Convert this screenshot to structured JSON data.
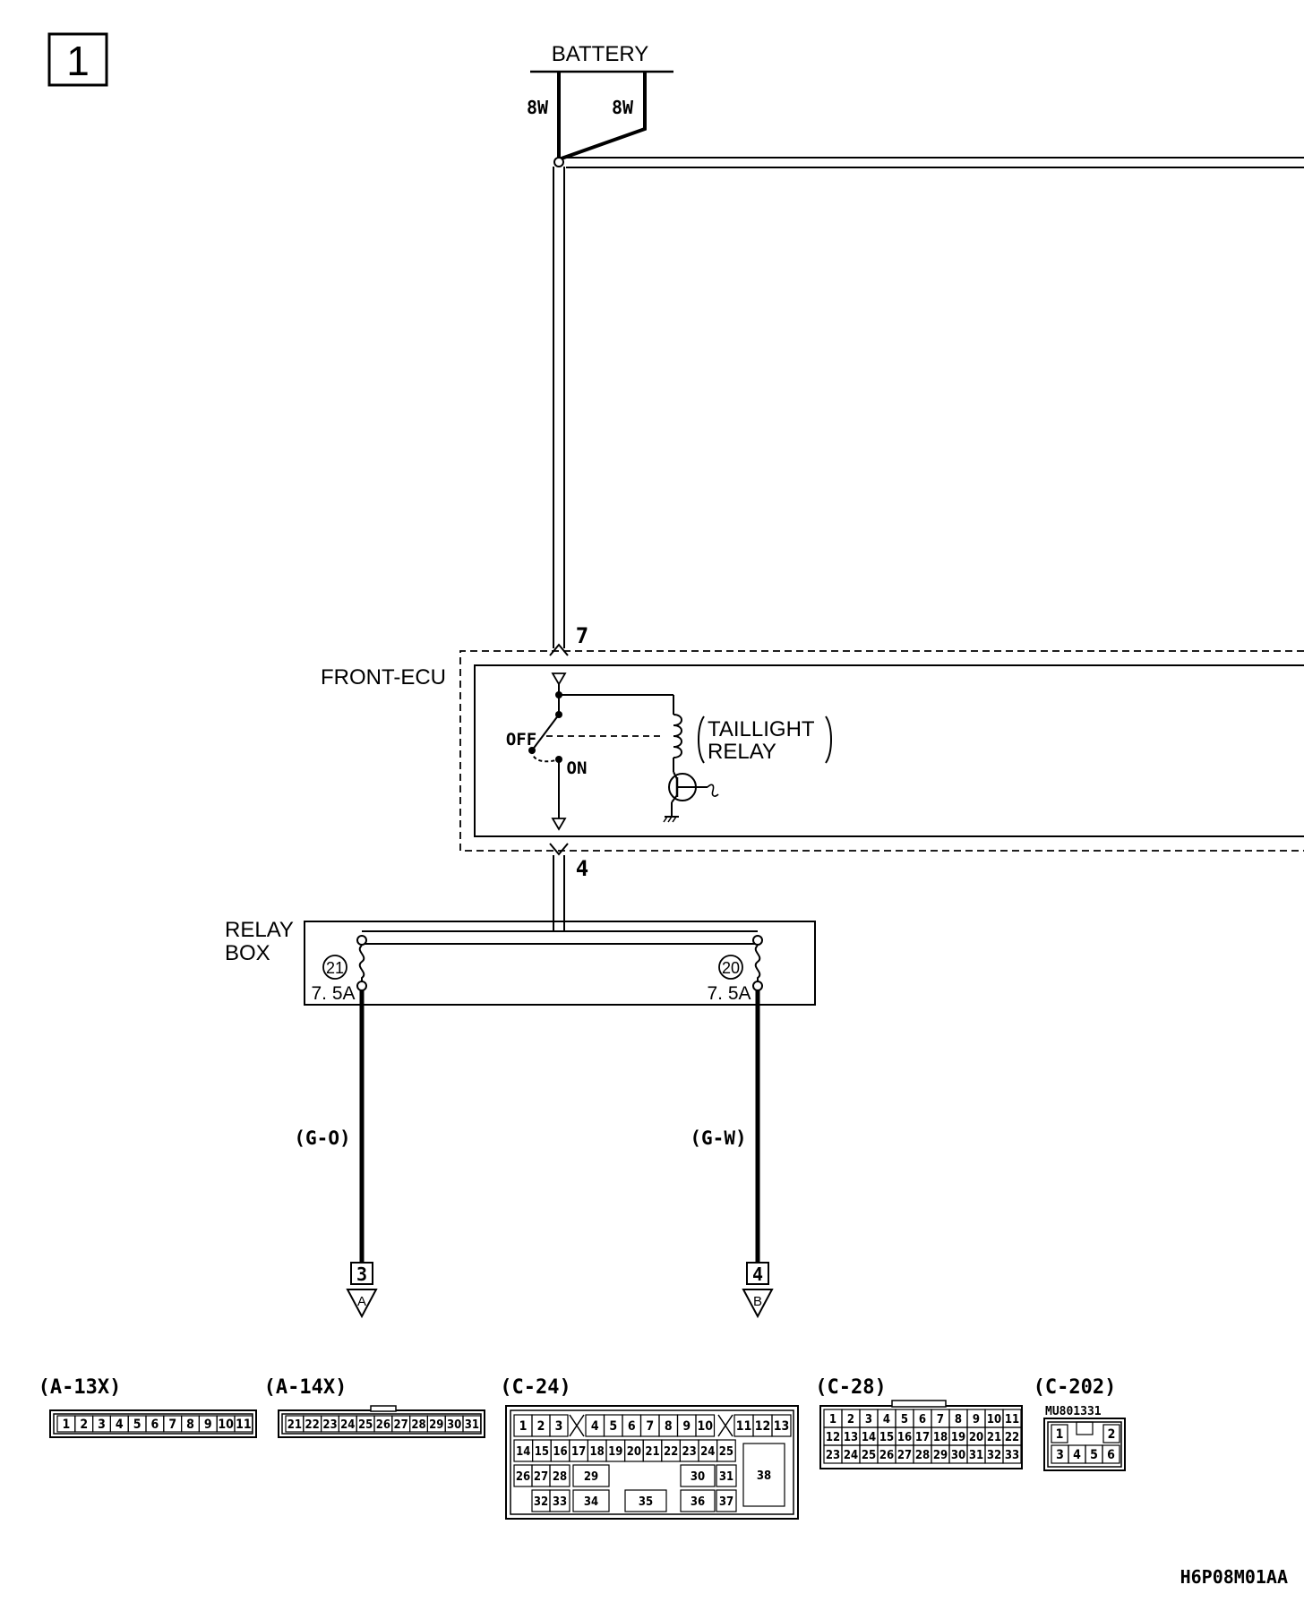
{
  "sheet_number": "1",
  "battery": {
    "label": "BATTERY",
    "wire_left": "8W",
    "wire_right": "8W"
  },
  "front_ecu": {
    "label": "FRONT-ECU",
    "pin_in": "7",
    "pin_out": "4",
    "switch_off": "OFF",
    "switch_on": "ON",
    "relay_label_1": "TAILLIGHT",
    "relay_label_2": "RELAY"
  },
  "relay_box": {
    "label_1": "RELAY",
    "label_2": "BOX",
    "fuse_left": {
      "number": "21",
      "rating": "7. 5A"
    },
    "fuse_right": {
      "number": "20",
      "rating": "7. 5A"
    }
  },
  "wires": {
    "left_color": "(G-O)",
    "right_color": "(G-W)"
  },
  "connections": {
    "left": {
      "number": "3",
      "letter": "A"
    },
    "right": {
      "number": "4",
      "letter": "B"
    }
  },
  "connectors": {
    "a13x": {
      "label": "(A-13X)",
      "pins": [
        "1",
        "2",
        "3",
        "4",
        "5",
        "6",
        "7",
        "8",
        "9",
        "10",
        "11"
      ]
    },
    "a14x": {
      "label": "(A-14X)",
      "pins": [
        "21",
        "22",
        "23",
        "24",
        "25",
        "26",
        "27",
        "28",
        "29",
        "30",
        "31"
      ]
    },
    "c24": {
      "label": "(C-24)",
      "row1a": [
        "1",
        "2",
        "3"
      ],
      "row1b": [
        "4",
        "5",
        "6",
        "7",
        "8",
        "9",
        "10"
      ],
      "row1c": [
        "11",
        "12",
        "13"
      ],
      "row2": [
        "14",
        "15",
        "16",
        "17",
        "18",
        "19",
        "20",
        "21",
        "22",
        "23",
        "24",
        "25"
      ],
      "row3": [
        "26",
        "27",
        "28",
        "29",
        "30",
        "31"
      ],
      "row4": [
        "32",
        "33",
        "34",
        "35",
        "36",
        "37"
      ],
      "big": "38"
    },
    "c28": {
      "label": "(C-28)",
      "row1": [
        "1",
        "2",
        "3",
        "4",
        "5",
        "6",
        "7",
        "8",
        "9",
        "10",
        "11"
      ],
      "row2": [
        "12",
        "13",
        "14",
        "15",
        "16",
        "17",
        "18",
        "19",
        "20",
        "21",
        "22"
      ],
      "row3": [
        "23",
        "24",
        "25",
        "26",
        "27",
        "28",
        "29",
        "30",
        "31",
        "32",
        "33"
      ]
    },
    "c202": {
      "label": "(C-202)",
      "part_no": "MU801331",
      "row1": [
        "1",
        "2"
      ],
      "row2": [
        "3",
        "4",
        "5",
        "6"
      ]
    }
  },
  "figure_code": "H6P08M01AA"
}
